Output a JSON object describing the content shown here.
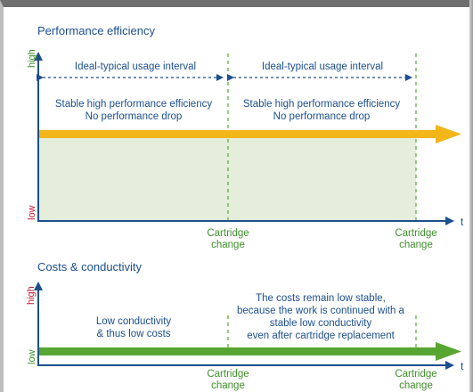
{
  "top_panel": {
    "title": "Performance efficiency",
    "y_high": "high",
    "y_low": "low",
    "x_axis_label": "t",
    "interval_1": "Ideal-typical usage interval",
    "interval_2": "Ideal-typical usage interval",
    "desc_1_line1": "Stable high performance efficiency",
    "desc_1_line2": "No performance drop",
    "desc_2_line1": "Stable high performance efficiency",
    "desc_2_line2": "No performance drop",
    "change_1_line1": "Cartridge",
    "change_1_line2": "change",
    "change_2_line1": "Cartridge",
    "change_2_line2": "change"
  },
  "bottom_panel": {
    "title": "Costs & conductivity",
    "y_high": "high",
    "y_low": "low",
    "x_axis_label": "t",
    "note_left_line1": "Low conductivity",
    "note_left_line2": "& thus low costs",
    "note_right_line1": "The costs remain low stable,",
    "note_right_line2": "because the work is continued with a",
    "note_right_line3": "stable low conductivity",
    "note_right_line4": "even after cartridge replacement",
    "change_1_line1": "Cartridge",
    "change_1_line2": "change",
    "change_2_line1": "Cartridge",
    "change_2_line2": "change"
  },
  "colors": {
    "axis_blue": "#1d4f8c",
    "performance_orange": "#f2b51a",
    "cost_green": "#58a632",
    "fill_green": "#e4eedb",
    "label_red": "#c1182f",
    "label_green": "#3f8f2b"
  }
}
